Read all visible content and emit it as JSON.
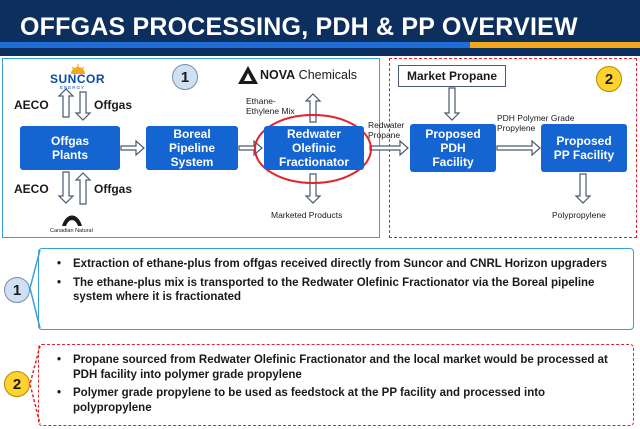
{
  "header": {
    "title": "OFFGAS PROCESSING, PDH & PP OVERVIEW",
    "color": "#0d2f5e",
    "accent_blue": "#1f6dd6",
    "accent_gold": "#f5a71c"
  },
  "logos": {
    "suncor": "SUNCOR",
    "suncor_sub": "ENERGY",
    "nova": "NOVA Chemicals",
    "nova_bold": "NOVA",
    "nova_rest": " Chemicals",
    "cnrl": "Canadian Natural"
  },
  "section1": {
    "badge": "1",
    "aeco_top": "AECO",
    "offgas_top": "Offgas",
    "aeco_bottom": "AECO",
    "offgas_bottom": "Offgas",
    "ethane_mix": "Ethane-\nEthylene Mix",
    "marketed_products": "Marketed Products",
    "nodes": {
      "offgas_plants": "Offgas\nPlants",
      "boreal": "Boreal\nPipeline\nSystem",
      "redwater": "Redwater\nOlefinic\nFractionator"
    }
  },
  "section2": {
    "badge": "2",
    "market_propane": "Market Propane",
    "redwater_propane": "Redwater\nPropane",
    "pdh_polymer": "PDH Polymer Grade\nPropylene",
    "polypropylene": "Polypropylene",
    "nodes": {
      "pdh": "Proposed\nPDH\nFacility",
      "pp": "Proposed\nPP Facility"
    }
  },
  "notes": [
    {
      "badge": "1",
      "bullets": [
        "Extraction of ethane-plus from offgas received directly from Suncor and CNRL Horizon upgraders",
        "The ethane-plus mix is transported to the Redwater Olefinic Fractionator via the Boreal pipeline system where it is fractionated"
      ]
    },
    {
      "badge": "2",
      "bullets": [
        "Propane sourced from Redwater Olefinic Fractionator and the local market would be processed at PDH facility into polymer grade propylene",
        "Polymer grade propylene to be used as feedstock at the PP facility and processed into polypropylene"
      ]
    }
  ],
  "colors": {
    "node_blue": "#1464d2",
    "section1_border": "#3aa0d8",
    "section2_border": "#e0242a",
    "highlight_ring": "#e0242a",
    "badge1_fill": "#cfe0f2",
    "badge2_fill": "#ffd22e"
  }
}
